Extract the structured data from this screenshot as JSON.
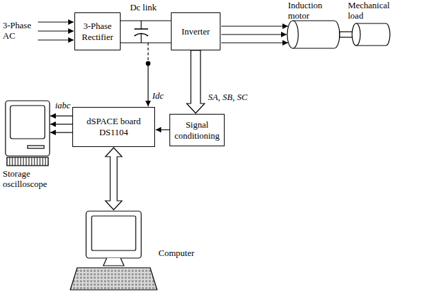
{
  "diagram": {
    "nodes": [
      {
        "text": [
          "3-Phase Rectifier"
        ]
      },
      {
        "text": [
          "Inverter"
        ]
      },
      {
        "text": [
          "dSPACE board DS1104"
        ]
      },
      {
        "text": [
          "Signal conditioning"
        ]
      }
    ],
    "edges": [
      {
        "from": 0,
        "to": 1,
        "arrow": "none"
      },
      {
        "from": 0,
        "to": 1,
        "arrow": "none"
      },
      {
        "from": 1,
        "to": 3,
        "arrow": "to",
        "label": "SA, SB, SC"
      },
      {
        "from": 3,
        "to": 2,
        "arrow": "to"
      }
    ],
    "labels": [
      "3-Phase AC",
      "Dc link",
      "Induction motor",
      "Mechanical load",
      "Idc",
      "iabc",
      "Storage oscilloscope",
      "Computer"
    ]
  }
}
